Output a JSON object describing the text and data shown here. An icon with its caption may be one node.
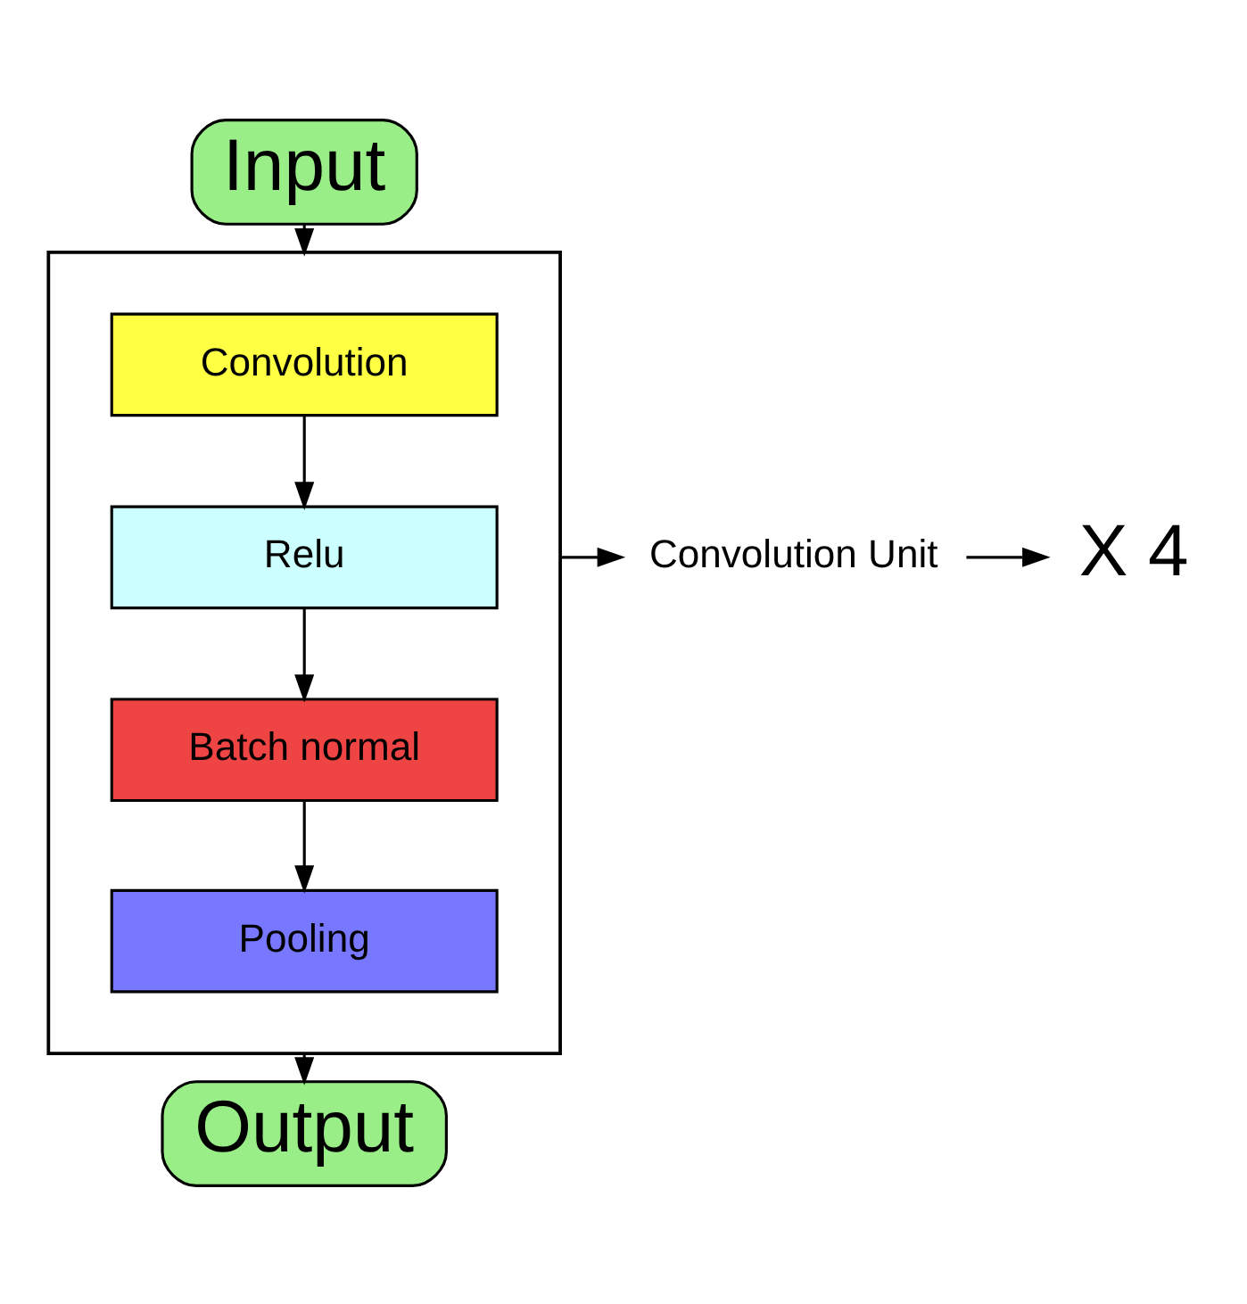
{
  "diagram": {
    "nodes": [
      {
        "text": [
          "Input"
        ]
      },
      {
        "text": [],
        "shape": "box"
      },
      {
        "text": [
          "Convolution"
        ],
        "in": 1
      },
      {
        "text": [
          "Relu"
        ],
        "in": 1
      },
      {
        "text": [
          "Batch normal"
        ],
        "in": 1
      },
      {
        "text": [
          "Pooling"
        ],
        "in": 1
      },
      {
        "text": [
          "Convolution Unit"
        ]
      },
      {
        "text": [
          "X 4"
        ]
      },
      {
        "text": [
          "Output"
        ]
      }
    ],
    "edges": [
      {
        "from": 0,
        "to": 1,
        "arrow": "to"
      },
      {
        "from": 2,
        "to": 3,
        "arrow": "to"
      },
      {
        "from": 3,
        "to": 4,
        "arrow": "to"
      },
      {
        "from": 4,
        "to": 5,
        "arrow": "to"
      },
      {
        "from": 1,
        "to": 6,
        "arrow": "to"
      },
      {
        "from": 6,
        "to": 7,
        "arrow": "to"
      },
      {
        "from": 1,
        "to": 8,
        "arrow": "to"
      }
    ]
  }
}
